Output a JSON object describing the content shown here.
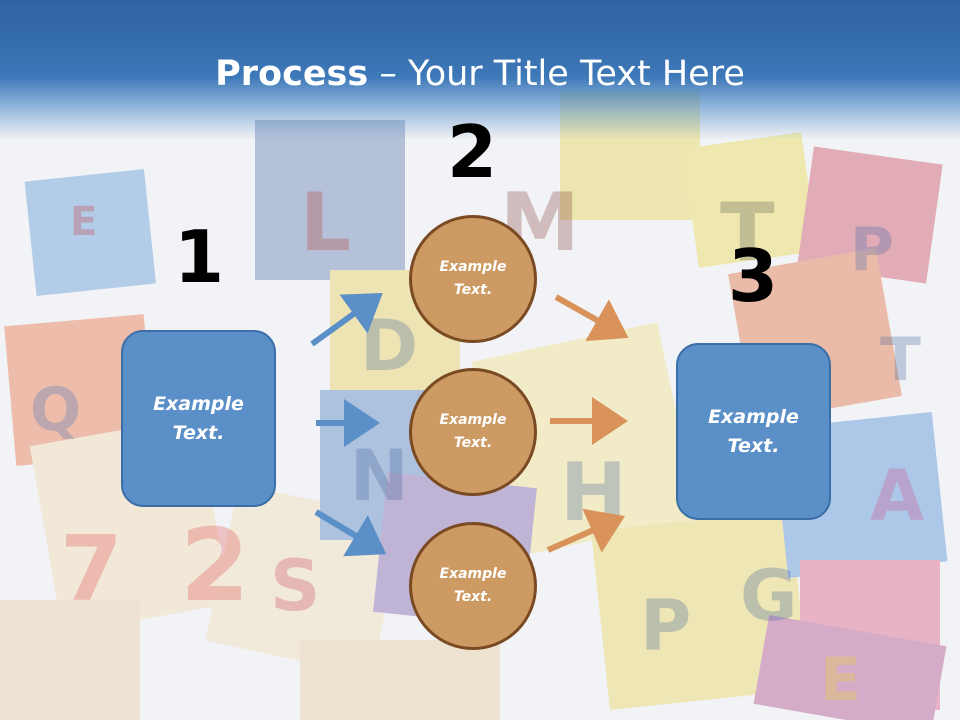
{
  "title": {
    "bold": "Process",
    "rest": " – Your Title Text Here"
  },
  "steps": {
    "one": "1",
    "two": "2",
    "three": "3"
  },
  "left_box": {
    "text": "Example Text."
  },
  "right_box": {
    "text": "Example Text."
  },
  "circles": [
    {
      "text": "Example Text."
    },
    {
      "text": "Example Text."
    },
    {
      "text": "Example Text."
    }
  ],
  "colors": {
    "title_bar": "#3d78b8",
    "box_fill": "#5b8fc7",
    "circle_fill": "#cc9a62",
    "circle_border": "#7a4a22",
    "blue_arrow": "#5b8fc7",
    "orange_arrow": "#d9935a"
  }
}
